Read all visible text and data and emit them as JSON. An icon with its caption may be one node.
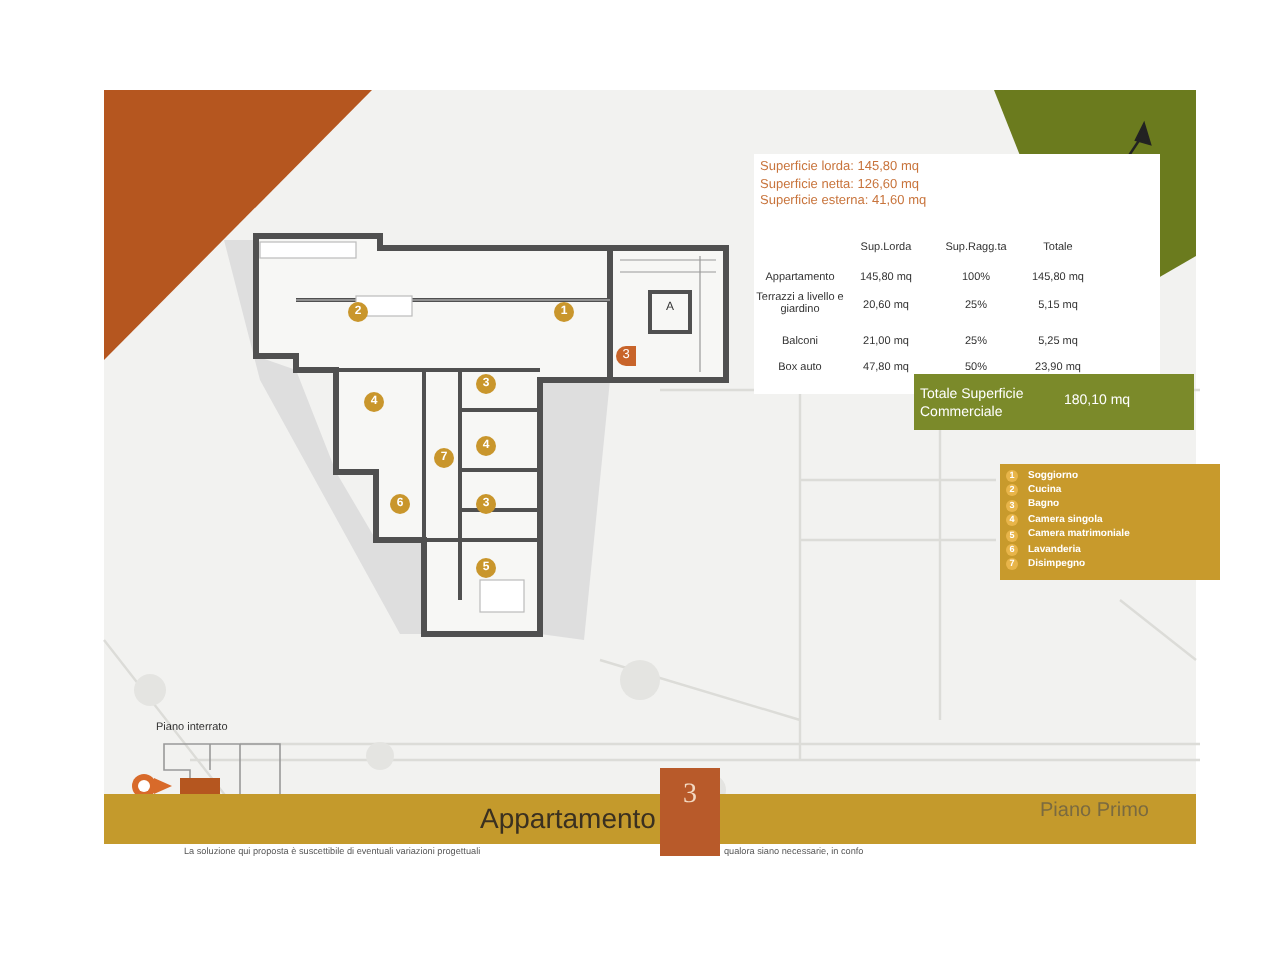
{
  "diagram": {
    "nodes": [
      {
        "text": [
          "Totale Superficie Commerciale",
          "180,10 mq"
        ]
      },
      {
        "text": [
          "Appartamento"
        ]
      },
      {
        "text": [
          "3"
        ]
      }
    ],
    "labels": [
      "Superficie lorda: 145,80 mq",
      "Superficie netta: 126,60 mq",
      "Superficie esterna: 41,60 mq",
      "Sup.Lorda",
      "Sup.Ragg.ta",
      "Totale",
      "Appartamento",
      "145,80 mq",
      "100%",
      "145,80 mq",
      "Terrazzi a livello e giardino",
      "20,60 mq",
      "25%",
      "5,15 mq",
      "Balconi",
      "21,00 mq",
      "25%",
      "5,25 mq",
      "Box auto",
      "47,80 mq",
      "50%",
      "23,90 mq",
      "1",
      "Soggiorno",
      "2",
      "Cucina",
      "3",
      "Bagno",
      "4",
      "Camera singola",
      "5",
      "Camera matrimoniale",
      "6",
      "Lavanderia",
      "7",
      "Disimpegno",
      "2",
      "1",
      "A",
      "3",
      "4",
      "3",
      "7",
      "4",
      "6",
      "3",
      "5",
      "Piano interrato",
      "Piano Primo",
      "La soluzione qui proposta è suscettibile di eventuali variazioni progettuali",
      "qualora siano necessarie, in confo"
    ]
  }
}
